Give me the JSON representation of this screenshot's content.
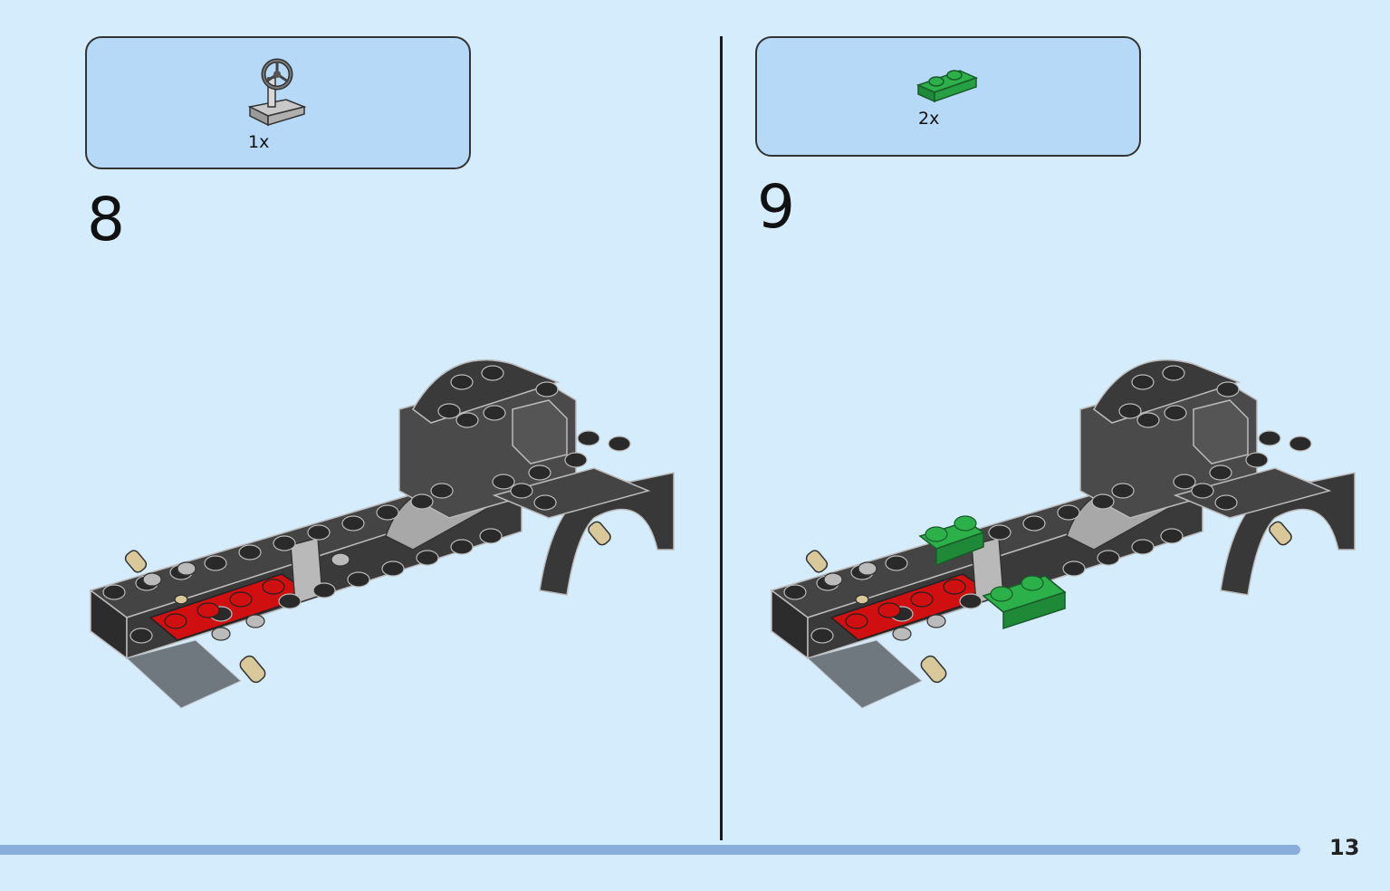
{
  "colors": {
    "background": "#d4ecfb",
    "parts_box": "#b5d9f6",
    "progress_bar": "#8aaedb",
    "brick_dark": "#3a3a3a",
    "brick_red": "#d01010",
    "brick_green": "#2bb04a",
    "brick_grey": "#a8a8a8",
    "pin_tan": "#d9c89a"
  },
  "steps": [
    {
      "number": "8",
      "parts": [
        {
          "qty": "1x",
          "icon": "steering-wheel-brick-icon"
        }
      ]
    },
    {
      "number": "9",
      "parts": [
        {
          "qty": "2x",
          "icon": "green-plate-1x2-icon"
        }
      ]
    }
  ],
  "page": {
    "number": "13"
  }
}
